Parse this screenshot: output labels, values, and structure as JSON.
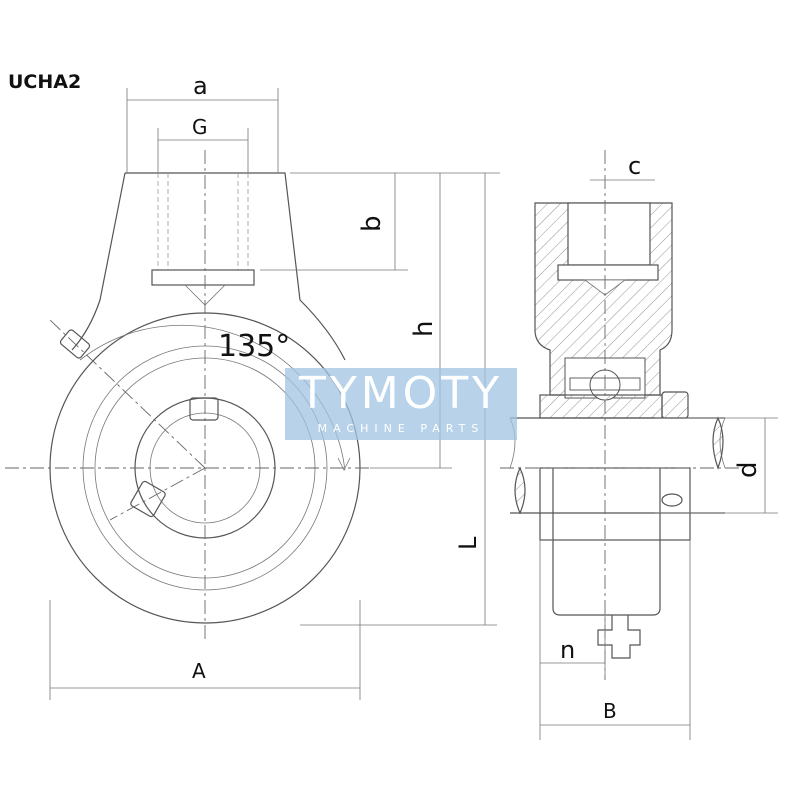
{
  "model": "UCHA2",
  "labels": {
    "a": "a",
    "G": "G",
    "b": "b",
    "h": "h",
    "L": "L",
    "angle": "135°",
    "A": "A",
    "c": "c",
    "d": "d",
    "n": "n",
    "B": "B"
  },
  "watermark": {
    "brand": "TYMOTY",
    "tagline": "MACHINE PARTS",
    "color": "#a0c4e2"
  }
}
